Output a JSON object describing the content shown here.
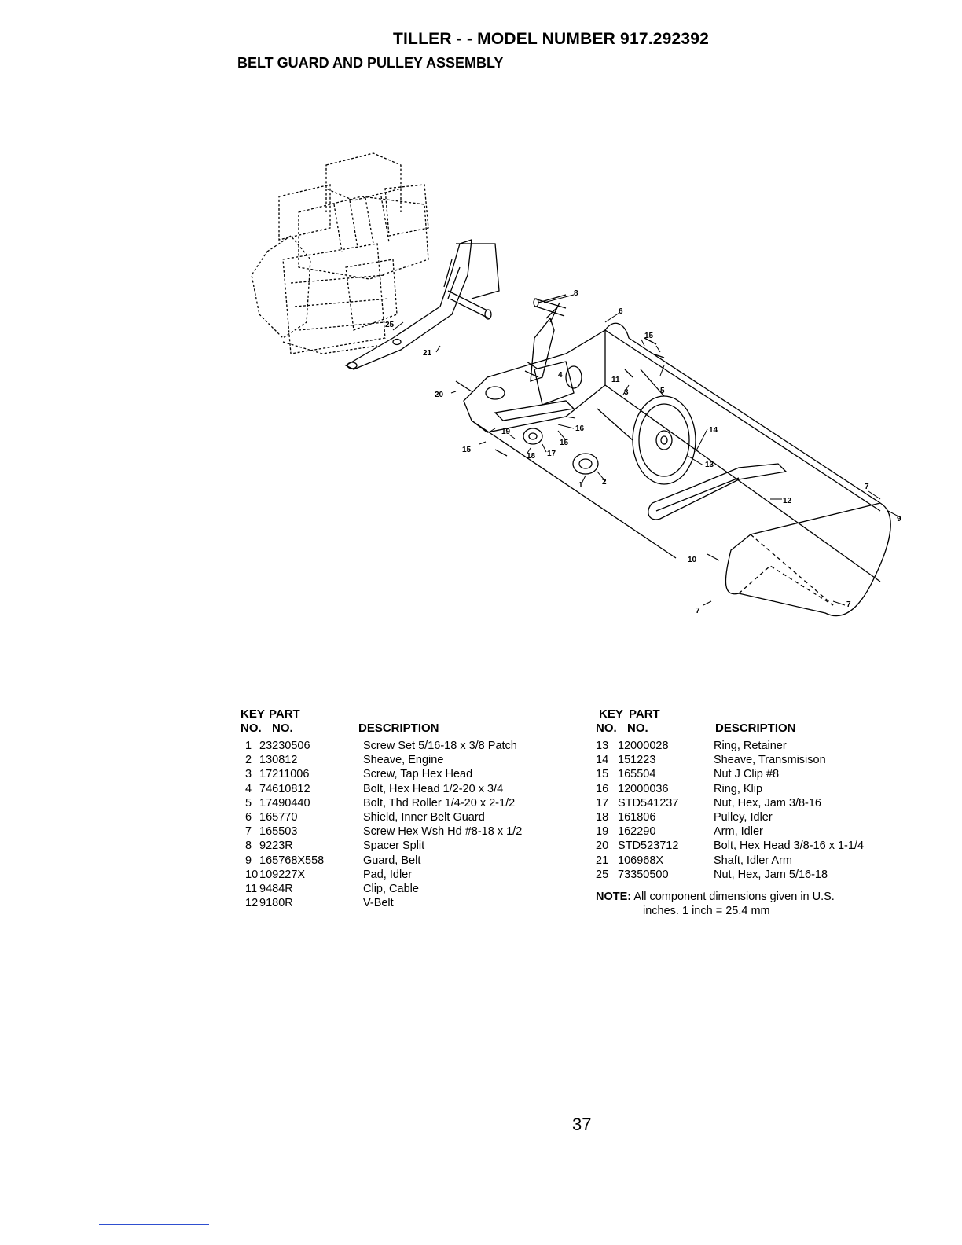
{
  "header": {
    "title": "TILLER - - MODEL NUMBER 917.292392",
    "subtitle": "BELT GUARD AND PULLEY ASSEMBLY"
  },
  "diagram": {
    "callouts": [
      "1",
      "2",
      "3",
      "4",
      "5",
      "6",
      "7",
      "7",
      "7",
      "8",
      "9",
      "10",
      "11",
      "12",
      "13",
      "14",
      "15",
      "15",
      "15",
      "16",
      "17",
      "18",
      "19",
      "20",
      "21",
      "25"
    ]
  },
  "table_headers": {
    "key_top": "KEY",
    "part_top": "PART",
    "key_bottom": "NO.",
    "part_bottom": "NO.",
    "description": "DESCRIPTION"
  },
  "parts_left": [
    {
      "key": "1",
      "part": "23230506",
      "desc": "Screw Set 5/16-18 x 3/8 Patch"
    },
    {
      "key": "2",
      "part": "130812",
      "desc": "Sheave, Engine"
    },
    {
      "key": "3",
      "part": "17211006",
      "desc": "Screw, Tap Hex Head"
    },
    {
      "key": "4",
      "part": "74610812",
      "desc": "Bolt, Hex Head 1/2-20 x 3/4"
    },
    {
      "key": "5",
      "part": "17490440",
      "desc": "Bolt, Thd Roller 1/4-20 x 2-1/2"
    },
    {
      "key": "6",
      "part": "165770",
      "desc": "Shield, Inner Belt Guard"
    },
    {
      "key": "7",
      "part": "165503",
      "desc": "Screw Hex Wsh Hd #8-18 x 1/2"
    },
    {
      "key": "8",
      "part": "9223R",
      "desc": "Spacer Split"
    },
    {
      "key": "9",
      "part": "165768X558",
      "desc": "Guard, Belt"
    },
    {
      "key": "10",
      "part": "109227X",
      "desc": "Pad, Idler"
    },
    {
      "key": "11",
      "part": "9484R",
      "desc": "Clip, Cable"
    },
    {
      "key": "12",
      "part": "9180R",
      "desc": "V-Belt"
    }
  ],
  "parts_right": [
    {
      "key": "13",
      "part": "12000028",
      "desc": "Ring, Retainer"
    },
    {
      "key": "14",
      "part": "151223",
      "desc": "Sheave, Transmisison"
    },
    {
      "key": "15",
      "part": "165504",
      "desc": "Nut J Clip #8"
    },
    {
      "key": "16",
      "part": "12000036",
      "desc": "Ring, Klip"
    },
    {
      "key": "17",
      "part": "STD541237",
      "desc": "Nut, Hex, Jam 3/8-16"
    },
    {
      "key": "18",
      "part": "161806",
      "desc": "Pulley, Idler"
    },
    {
      "key": "19",
      "part": "162290",
      "desc": "Arm, Idler"
    },
    {
      "key": "20",
      "part": "STD523712",
      "desc": "Bolt, Hex Head 3/8-16 x 1-1/4"
    },
    {
      "key": "21",
      "part": "106968X",
      "desc": "Shaft, Idler Arm"
    },
    {
      "key": "25",
      "part": "73350500",
      "desc": "Nut, Hex, Jam 5/16-18"
    }
  ],
  "note": {
    "label": "NOTE:",
    "line1": "All component dimensions given in U.S.",
    "line2": "inches. 1 inch = 25.4 mm"
  },
  "page_number": "37"
}
